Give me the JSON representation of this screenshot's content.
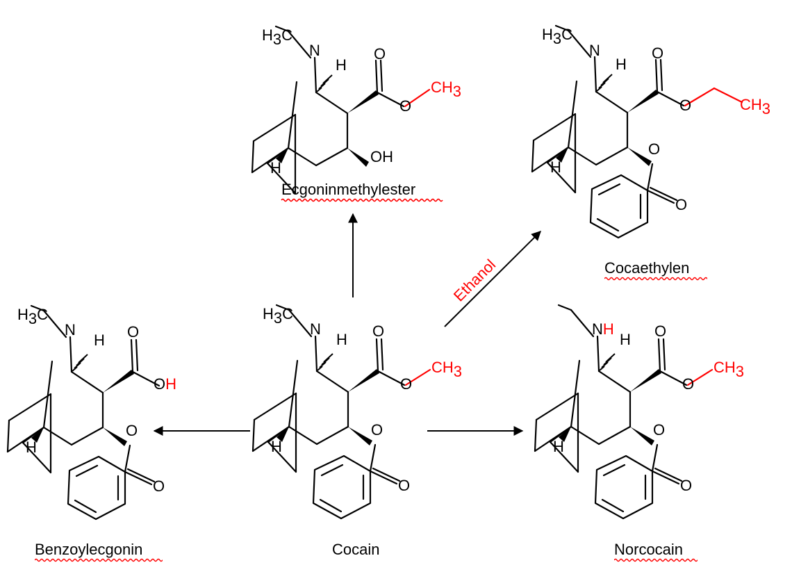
{
  "colors": {
    "bond": "#000000",
    "highlight": "#ff0000",
    "spellcheck_underline": "#ff0000"
  },
  "labels": {
    "h3c": "H3C",
    "n": "N",
    "h": "H",
    "o": "O",
    "oh": "OH",
    "ch3": "CH3",
    "nh": "NH"
  },
  "molecules": {
    "ecgonine_methyl_ester": {
      "caption": "Ecgoninmethylester",
      "underline": true
    },
    "cocaethylene": {
      "caption": "Cocaethylen",
      "underline": true
    },
    "benzoylecgonine": {
      "caption": "Benzoylecgonin",
      "underline": true
    },
    "cocaine": {
      "caption": "Cocain",
      "underline": false
    },
    "norcocaine": {
      "caption": "Norcocain",
      "underline": true
    }
  },
  "reactions": {
    "ethanol_arrow_label": "Ethanol"
  }
}
